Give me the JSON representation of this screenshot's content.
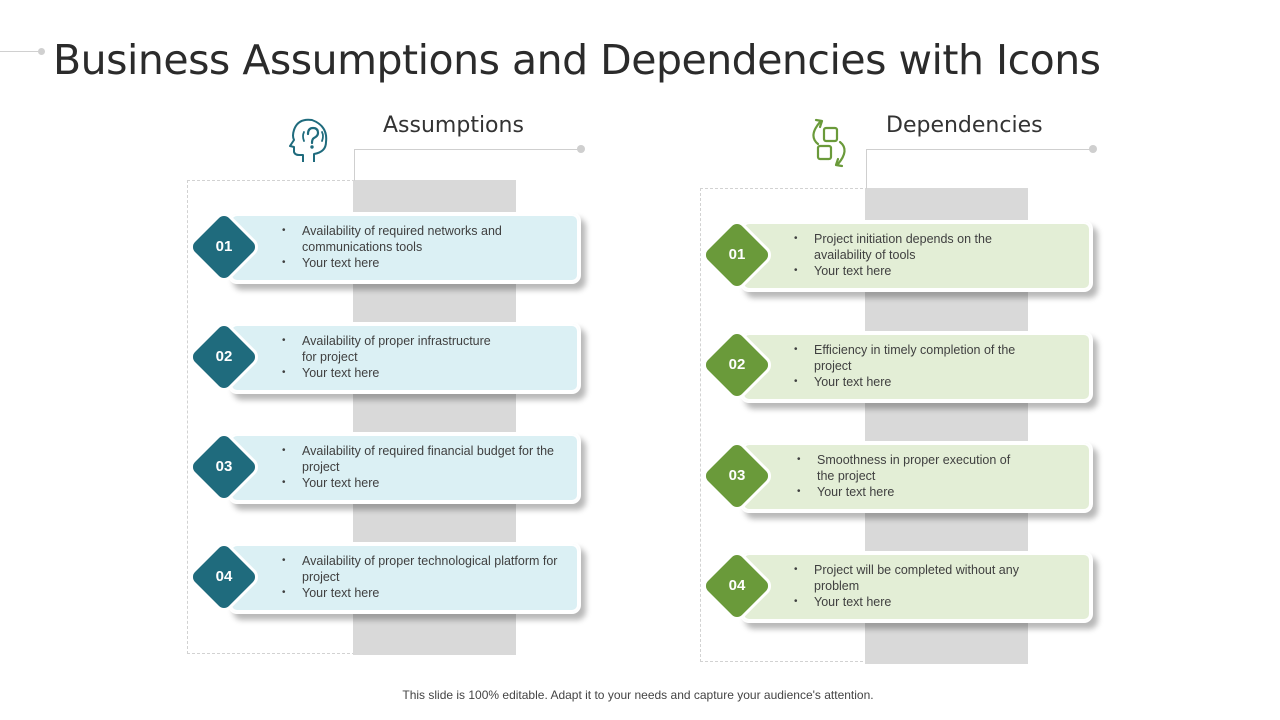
{
  "title": "Business Assumptions and Dependencies with Icons",
  "colors": {
    "assumption_accent": "#1f6b7d",
    "assumption_card": "#dbf0f4",
    "dependency_accent": "#6a9a3a",
    "dependency_card": "#e3eed6"
  },
  "assumptions": {
    "heading": "Assumptions",
    "icon": "head-question-icon",
    "items": [
      {
        "number": "01",
        "bullets": [
          "Availability of required networks and communications tools",
          "Your text here"
        ]
      },
      {
        "number": "02",
        "bullets": [
          "Availability of proper infrastructure for project",
          "Your text here"
        ]
      },
      {
        "number": "03",
        "bullets": [
          "Availability of required financial budget for the project",
          "Your text here"
        ]
      },
      {
        "number": "04",
        "bullets": [
          "Availability of proper technological platform for project",
          "Your text here"
        ]
      }
    ]
  },
  "dependencies": {
    "heading": "Dependencies",
    "icon": "linked-blocks-cycle-icon",
    "items": [
      {
        "number": "01",
        "bullets": [
          "Project initiation depends on the availability of tools",
          "Your text here"
        ]
      },
      {
        "number": "02",
        "bullets": [
          "Efficiency in timely completion of the project",
          "Your text here"
        ]
      },
      {
        "number": "03",
        "bullets": [
          "Smoothness in proper execution of the project",
          "Your text here"
        ]
      },
      {
        "number": "04",
        "bullets": [
          "Project will be completed without any problem",
          "Your text here"
        ]
      }
    ]
  },
  "footer": "This slide is 100% editable. Adapt it to your needs and capture your audience's attention."
}
